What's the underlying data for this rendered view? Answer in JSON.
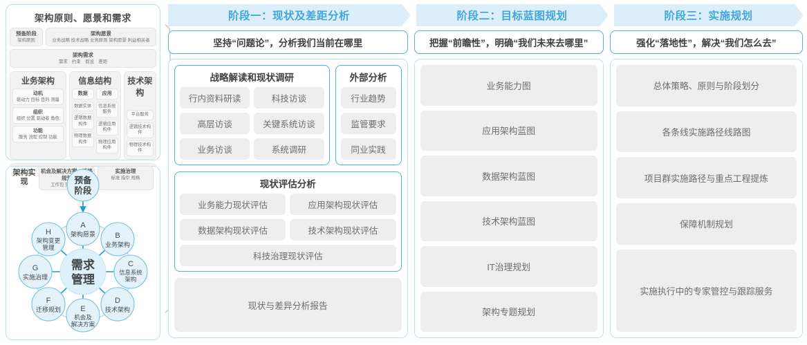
{
  "framework": {
    "title": "架构原则、愿景和需求",
    "row_a": [
      {
        "head": "预备阶段",
        "sub": "架构原则"
      },
      {
        "head": "架构愿景",
        "sub": "业务战略 技术战略 业务原则 架构愿景 利益相关者"
      }
    ],
    "row_b": {
      "head": "架构需求",
      "sub": "需求　约束　假设　差距"
    },
    "business": {
      "title": "业务架构",
      "items": [
        {
          "head": "动机",
          "sub": "驱动力 目标 目的 测量"
        },
        {
          "head": "组织",
          "sub": "组织 位置 驱动者 角色"
        },
        {
          "head": "功能",
          "sub": "服务 流程 控制 功能"
        }
      ]
    },
    "information": {
      "title": "信息结构",
      "data_col": [
        {
          "head": "数据",
          "sub": ""
        },
        {
          "head": "",
          "sub": "数据实体"
        },
        {
          "head": "",
          "sub": "逻辑数据构件"
        },
        {
          "head": "",
          "sub": "物理数据构件"
        }
      ],
      "app_col": [
        {
          "head": "应用",
          "sub": ""
        },
        {
          "head": "",
          "sub": "信息系统服务"
        },
        {
          "head": "",
          "sub": "逻辑应用构件"
        },
        {
          "head": "",
          "sub": "物理应用构件"
        }
      ]
    },
    "technical": {
      "title": "技术架构",
      "items": [
        "平台服务",
        "逻辑技术构件",
        "物理技术构件"
      ]
    },
    "row_c": {
      "label": "架构实现",
      "items": [
        {
          "head": "机会及解决方案、迁移规划",
          "sub": "工作包 架构契约"
        },
        {
          "head": "实施治理",
          "sub": "标准 指引 规格"
        }
      ]
    }
  },
  "adm": {
    "center": "需求\n管理",
    "center_line1": "需求",
    "center_line2": "管理",
    "prelim_line1": "预备",
    "prelim_line2": "阶段",
    "nodes": [
      {
        "key": "A",
        "label": "架构愿景"
      },
      {
        "key": "B",
        "label": "业务架构"
      },
      {
        "key": "C",
        "label": "信息系统架构"
      },
      {
        "key": "D",
        "label": "技术架构"
      },
      {
        "key": "E",
        "label": "机会及解决方案"
      },
      {
        "key": "F",
        "label": "迁移规划"
      },
      {
        "key": "G",
        "label": "实施治理"
      },
      {
        "key": "H",
        "label": "架构变更管理"
      }
    ]
  },
  "phases": [
    {
      "header": "阶段一：现状及差距分析",
      "subtitle": "坚持“问题论”，分析我们当前在哪里",
      "group_left": {
        "title": "战略解读和现状调研",
        "chips": [
          "行内资料研读",
          "科技访谈",
          "高层访谈",
          "关键系统访谈",
          "业务访谈",
          "系统调研"
        ]
      },
      "group_right": {
        "title": "外部分析",
        "chips": [
          "行业趋势",
          "监管要求",
          "同业实践"
        ]
      },
      "group_assess": {
        "title": "现状评估分析",
        "chips2": [
          "业务能力现状评估",
          "应用架构现状评估",
          "数据架构现状评估",
          "技术架构现状评估"
        ],
        "chips1": [
          "科技治理现状评估"
        ]
      },
      "report": "现状与差异分析报告"
    },
    {
      "header": "阶段二：目标蓝图规划",
      "subtitle": "把握“前瞻性”，明确“我们未来去哪里”",
      "items": [
        "业务能力图",
        "应用架构蓝图",
        "数据架构蓝图",
        "技术架构蓝图",
        "IT治理规划",
        "架构专题规划"
      ]
    },
    {
      "header": "阶段三：实施规划",
      "subtitle": "强化“落地性”，解决“我们怎么去”",
      "items": [
        "总体策略、原则与阶段划分",
        "各条线实施路径线路图",
        "项目群实施路径与重点工程提炼",
        "保障机制规划",
        "实施执行中的专家管控与跟踪服务"
      ]
    }
  ],
  "colors": {
    "header_band": "#ddeefb",
    "header_text": "#3da5e0",
    "panel_border": "#bfe0f2",
    "group_border": "#4fb0e5",
    "chip_bg": "#eeeeee",
    "chip_text": "#6d6d6d",
    "node_fill": "#e3f2fb",
    "node_stroke": "#74bfe3",
    "arrow": "#2196d3"
  }
}
